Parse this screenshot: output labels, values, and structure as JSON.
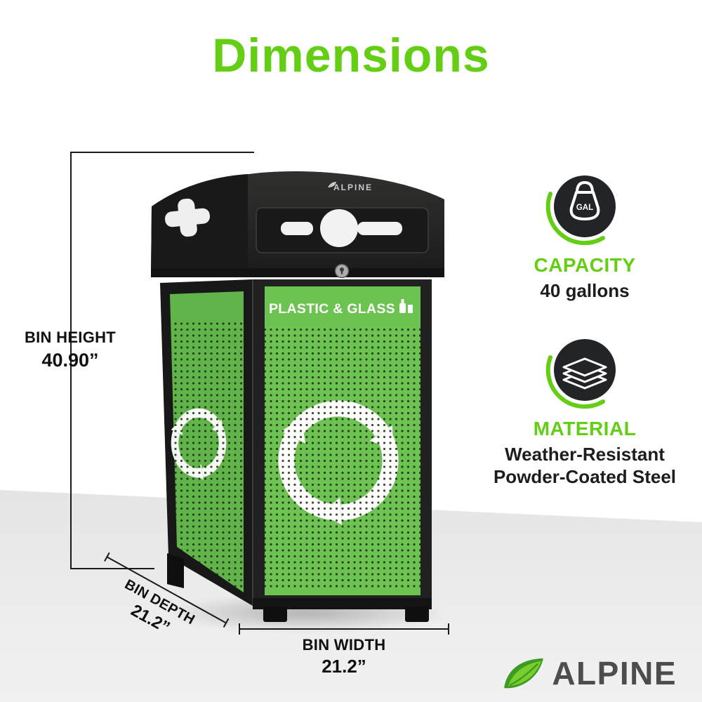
{
  "title": "Dimensions",
  "dimension_annotations": {
    "height": {
      "label": "BIN HEIGHT",
      "value": "40.90”"
    },
    "depth": {
      "label": "BIN DEPTH",
      "value": "21.2”"
    },
    "width": {
      "label": "BIN WIDTH",
      "value": "21.2”"
    }
  },
  "specs": {
    "capacity": {
      "label": "CAPACITY",
      "value": "40 gallons",
      "icon": "weight-icon",
      "icon_text": "GAL"
    },
    "material": {
      "label": "MATERIAL",
      "value": "Weather-Resistant Powder-Coated Steel",
      "icon": "layers-icon"
    }
  },
  "bin": {
    "lid_brand": "ALPINE",
    "front_label": "PLASTIC & GLASS",
    "symbol": "recycling-arrows"
  },
  "brand_logo": {
    "text": "ALPINE"
  },
  "colors": {
    "accent_green": "#63ce14",
    "panel_green": "#6cc351",
    "bin_black": "#1f1f1f",
    "floor_gray": "#e9e9e9"
  }
}
